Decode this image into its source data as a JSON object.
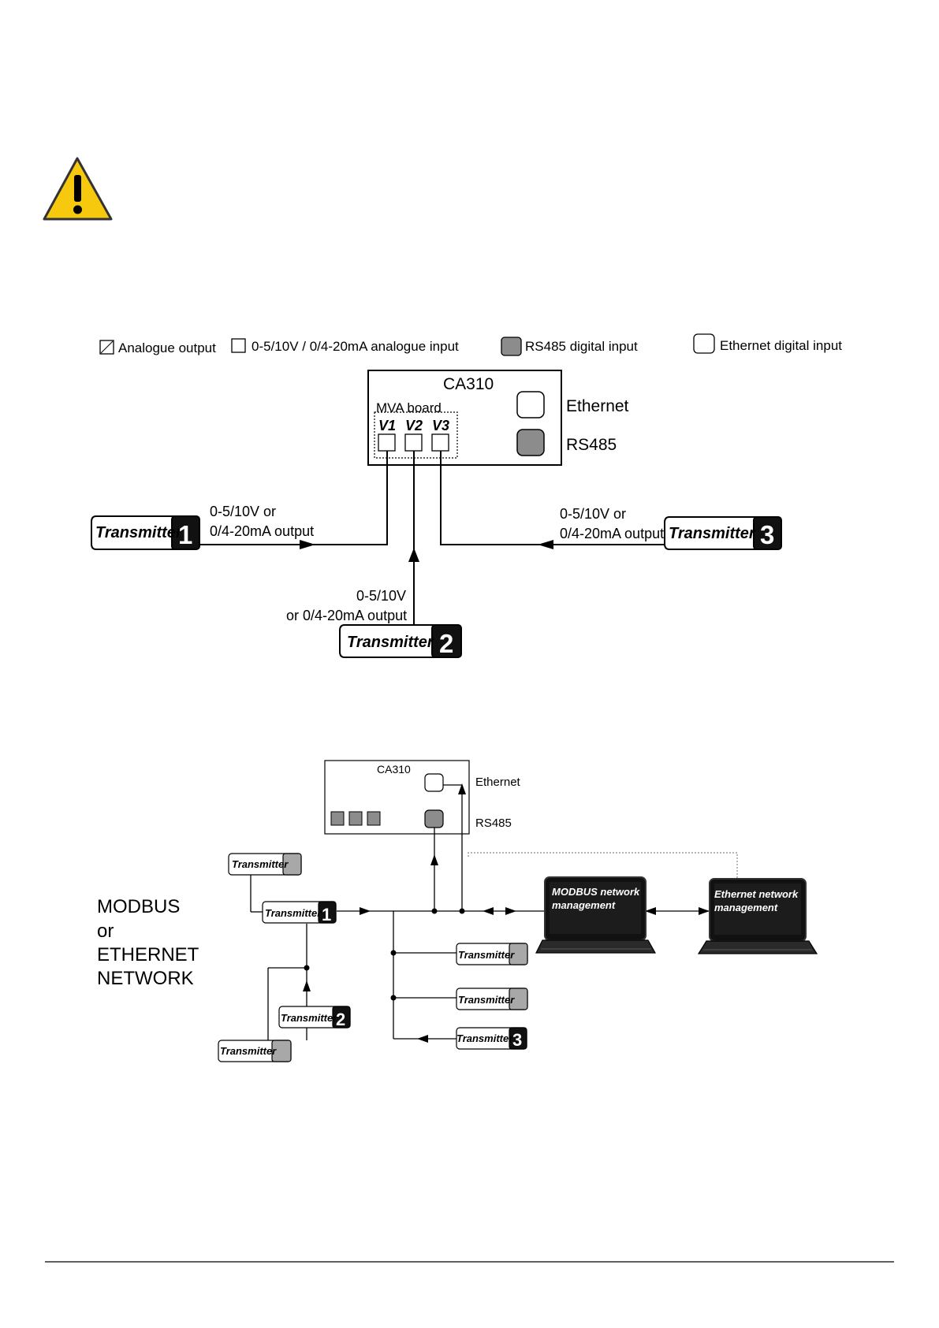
{
  "legend": {
    "analogue_output": "Analogue output",
    "analogue_input": "0-5/10V / 0/4-20mA analogue input",
    "rs485_input": "RS485 digital input",
    "ethernet_input": "Ethernet digital input"
  },
  "diagram1": {
    "device_title": "CA310",
    "board_label": "MVA board",
    "ch1": "V1",
    "ch2": "V2",
    "ch3": "V3",
    "ethernet_label": "Ethernet",
    "rs485_label": "RS485",
    "t1_label": "Transmitter",
    "t1_num": "1",
    "t1_out_line1": "0-5/10V or",
    "t1_out_line2": "0/4-20mA output",
    "t2_label": "Transmitter",
    "t2_num": "2",
    "t2_out_line1": "0-5/10V",
    "t2_out_line2": "or 0/4-20mA output",
    "t3_label": "Transmitter",
    "t3_num": "3",
    "t3_out_line1": "0-5/10V or",
    "t3_out_line2": "0/4-20mA output"
  },
  "diagram2": {
    "device_title": "CA310",
    "ethernet_label": "Ethernet",
    "rs485_label": "RS485",
    "network_line1": "MODBUS",
    "network_line2": "or",
    "network_line3": "ETHERNET",
    "network_line4": "NETWORK",
    "transmitter": "Transmitter",
    "num1": "1",
    "num2": "2",
    "num3": "3",
    "modbus_mgmt_line1": "MODBUS network",
    "modbus_mgmt_line2": "management",
    "ethernet_mgmt_line1": "Ethernet network",
    "ethernet_mgmt_line2": "management"
  },
  "colors": {
    "warning_yellow": "#f6c90e",
    "rs485_gray": "#8c8c8c",
    "tx_gray": "#a8a8a8",
    "screen_dark": "#111111"
  },
  "icons": [
    "warning-icon",
    "laptop-icon"
  ]
}
